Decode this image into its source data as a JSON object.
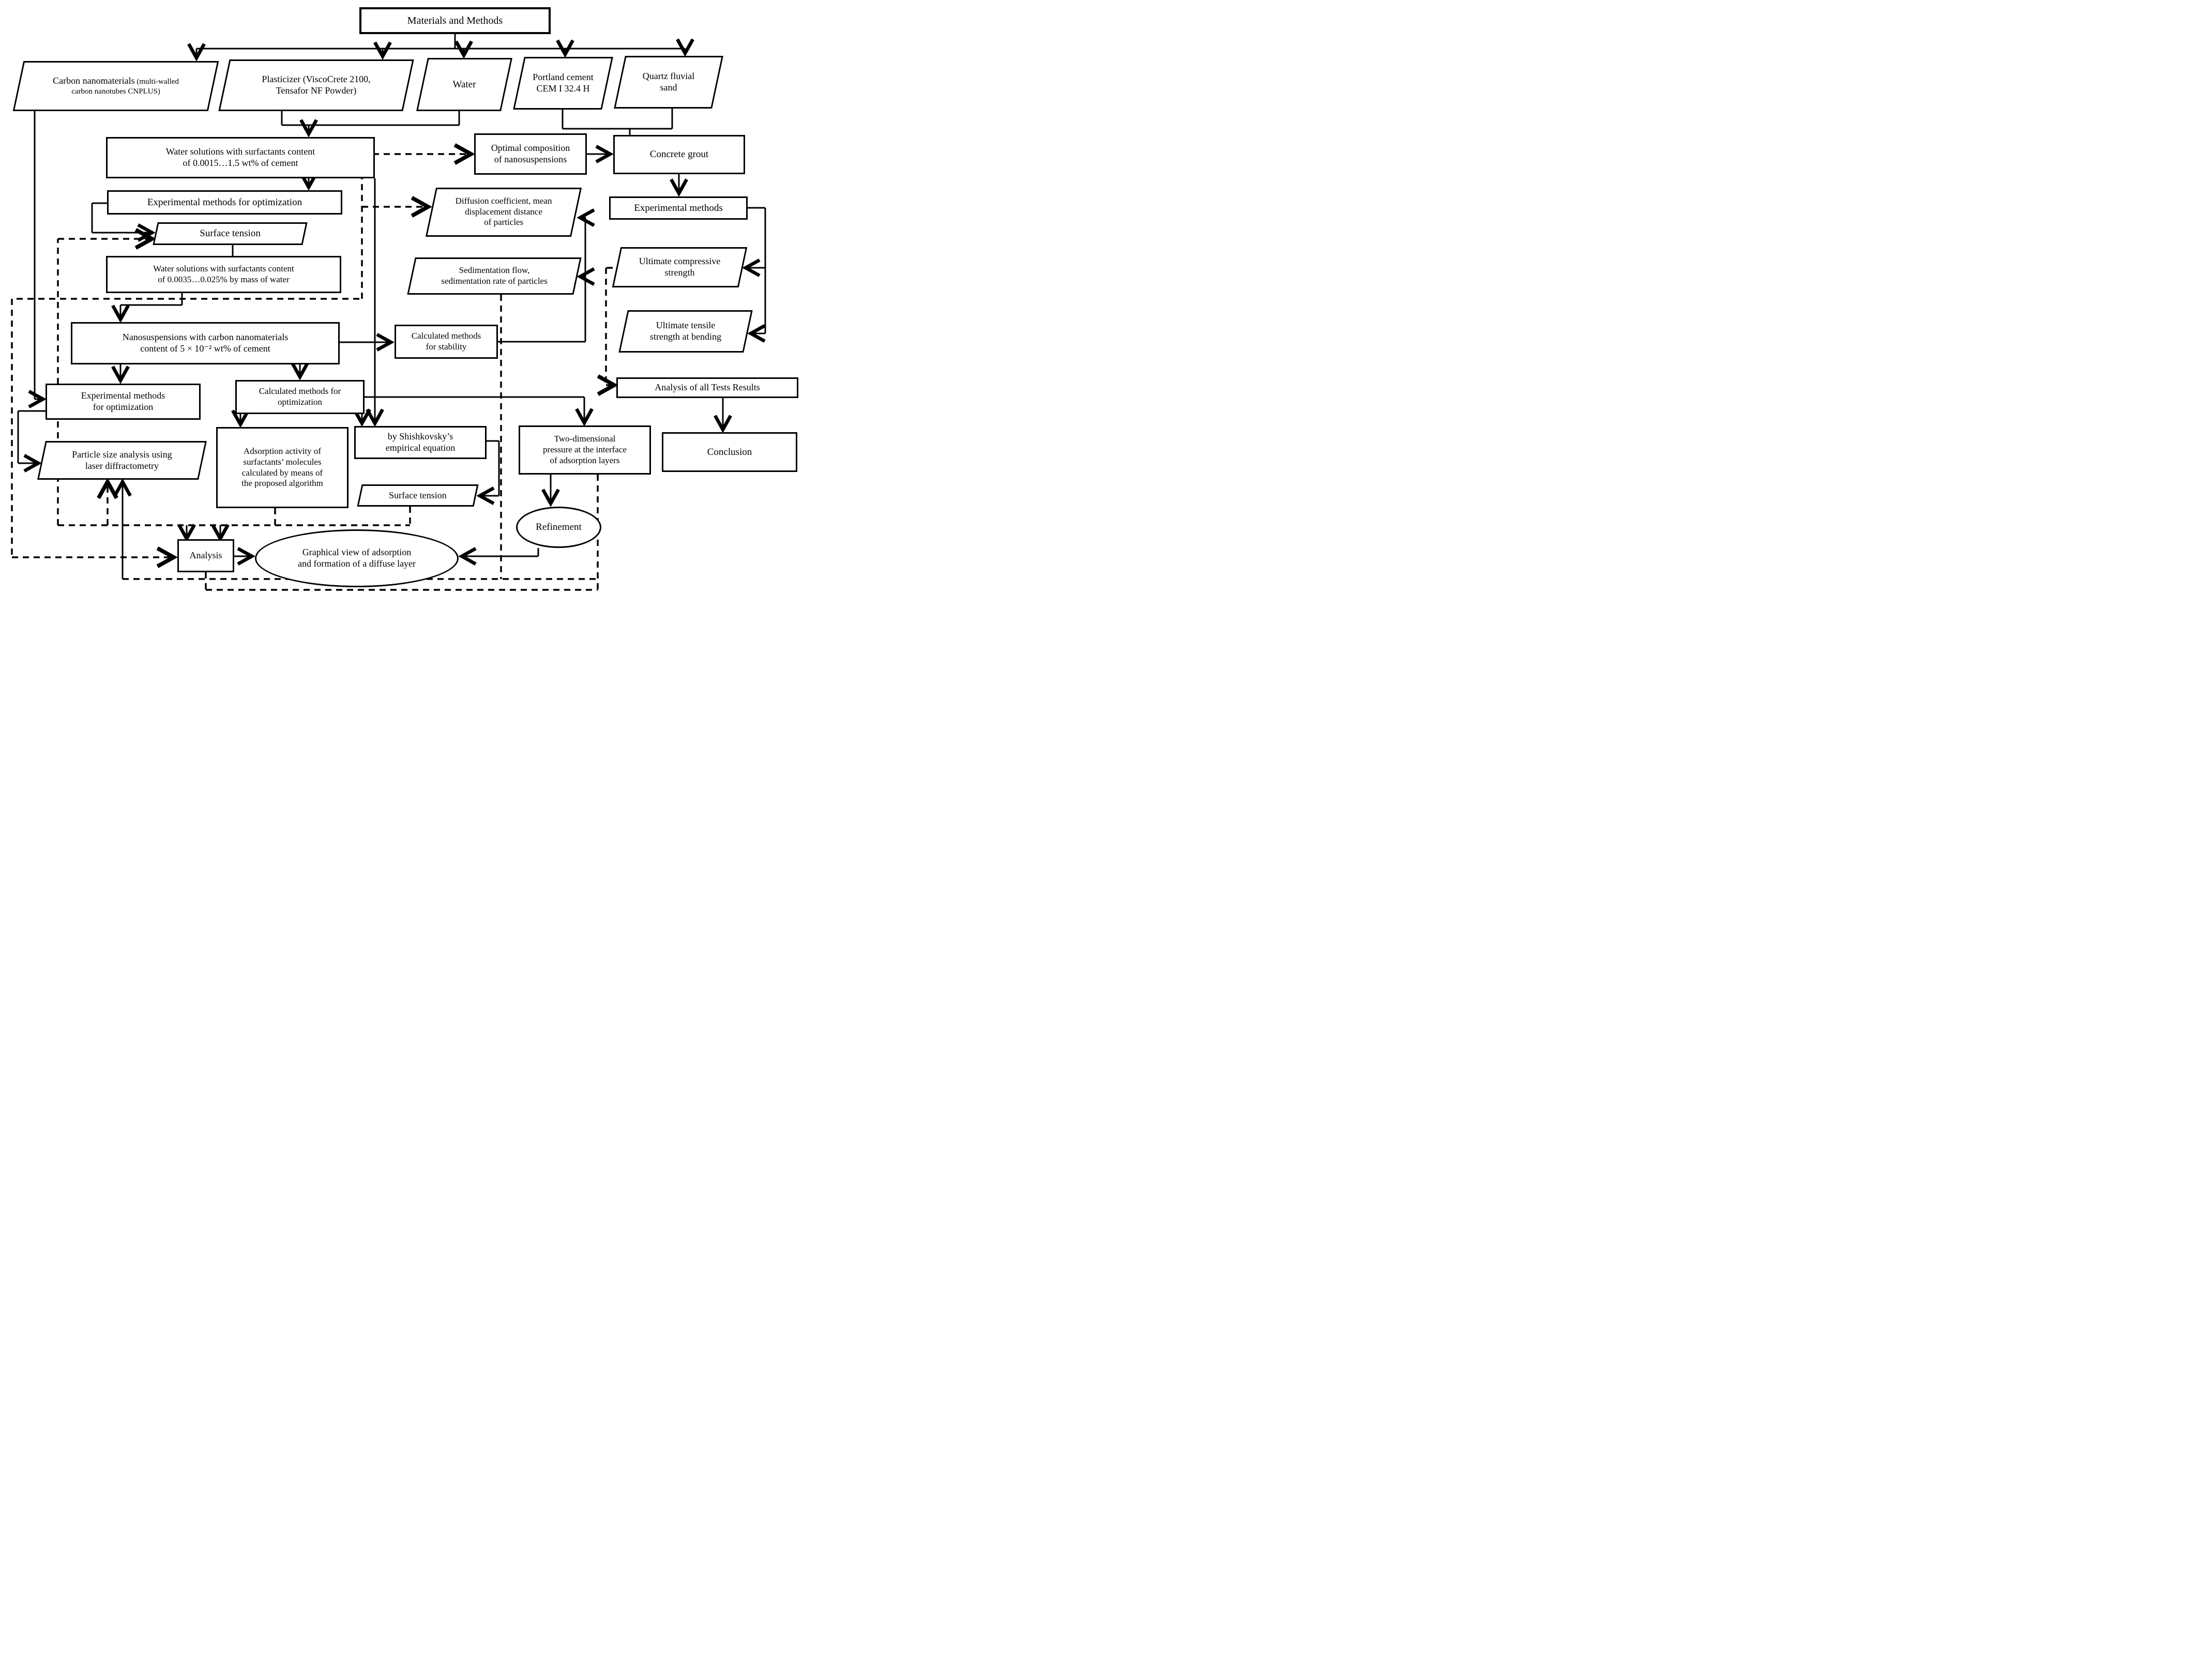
{
  "style": {
    "ink": "#000000",
    "paper": "#ffffff"
  },
  "nodes": {
    "materials": {
      "lines": [
        "Materials and Methods"
      ]
    },
    "carbon": {
      "main": "Carbon nanomaterials",
      "paren1": "(multi-walled",
      "paren2": "carbon nanotubes CNPLUS)"
    },
    "plasticizer": {
      "lines": [
        "Plasticizer (ViscoCrete 2100,",
        "Tensafor NF Powder)"
      ]
    },
    "water": {
      "lines": [
        "Water"
      ]
    },
    "portland": {
      "lines": [
        "Portland  cement",
        "CEM I 32.4 H"
      ]
    },
    "quartz": {
      "lines": [
        "Quartz fluvial",
        "sand"
      ]
    },
    "water_sol_1": {
      "lines": [
        "Water solutions with surfactants content",
        "of 0.0015…1.5 wt% of cement"
      ]
    },
    "optimal": {
      "lines": [
        "Optimal composition",
        "of nanosuspensions"
      ]
    },
    "concrete": {
      "lines": [
        "Concrete grout"
      ]
    },
    "exp_opt_top": {
      "lines": [
        "Experimental methods for optimization"
      ]
    },
    "surface1": {
      "lines": [
        "Surface tension"
      ]
    },
    "diffusion": {
      "lines": [
        "Diffusion coefficient, mean",
        "displacement  distance",
        "of particles"
      ]
    },
    "exp_right": {
      "lines": [
        "Experimental methods"
      ]
    },
    "water_sol_2": {
      "lines": [
        "Water solutions with surfactants content",
        "of 0.0035…0.025% by mass of water"
      ]
    },
    "sedimentation": {
      "lines": [
        "Sedimentation flow,",
        "sedimentation rate  of particles"
      ]
    },
    "ult_comp": {
      "lines": [
        "Ultimate compressive",
        "strength"
      ]
    },
    "nanosusp": {
      "lines": [
        "Nanosuspensions with carbon nanomaterials",
        "content of  5 × 10⁻² wt% of cement"
      ]
    },
    "calc_stab": {
      "lines": [
        "Calculated methods",
        "for stability"
      ]
    },
    "ult_tens": {
      "lines": [
        "Ultimate tensile",
        "strength at bending"
      ]
    },
    "exp_opt_low": {
      "lines": [
        "Experimental methods",
        "for  optimization"
      ]
    },
    "calc_opt": {
      "lines": [
        "Calculated methods for",
        "optimization"
      ]
    },
    "analysis_tests": {
      "lines": [
        "Analysis of all Tests Results"
      ]
    },
    "adsorption": {
      "lines": [
        "Adsorption activity of",
        "surfactants’ molecules",
        "calculated by means of",
        "the proposed algorithm"
      ]
    },
    "shishkovsky": {
      "lines": [
        "by Shishkovsky’s",
        "empirical equation"
      ]
    },
    "two_dim": {
      "lines": [
        "Two-dimensional",
        "pressure at the  interface",
        "of adsorption layers"
      ]
    },
    "conclusion": {
      "lines": [
        "Conclusion"
      ]
    },
    "particle": {
      "lines": [
        "Particle size analysis using",
        "laser diffractometry"
      ]
    },
    "surface2": {
      "lines": [
        "Surface tension"
      ]
    },
    "refinement": {
      "lines": [
        "Refinement"
      ]
    },
    "analysis": {
      "lines": [
        "Analysis"
      ]
    },
    "graphical": {
      "lines": [
        "Graphical view of adsorption",
        "and formation of a diffuse layer"
      ]
    }
  }
}
